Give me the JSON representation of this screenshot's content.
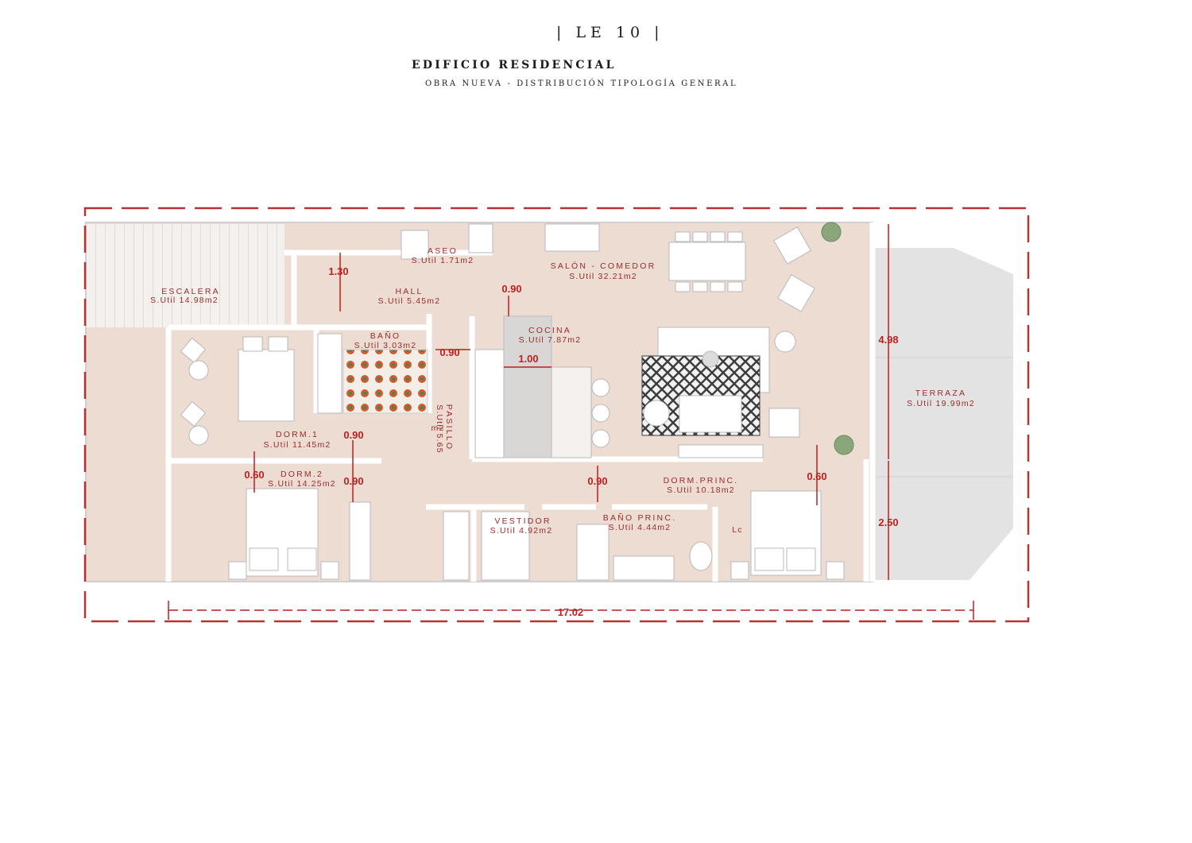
{
  "header": {
    "brand": "| LE 10 |",
    "title": "EDIFICIO RESIDENCIAL",
    "subtitle": "OBRA NUEVA - DISTRIBUCIÓN TIPOLOGÍA GENERAL"
  },
  "rooms": {
    "escalera": {
      "name": "ESCALERA",
      "area": "S.Util 14.98m2"
    },
    "aseo": {
      "name": "ASEO",
      "area": "S.Util 1.71m2"
    },
    "hall": {
      "name": "HALL",
      "area": "S.Util 5.45m2"
    },
    "salon": {
      "name": "SALÓN - COMEDOR",
      "area": "S.Util 32.21m2"
    },
    "bano": {
      "name": "BAÑO",
      "area": "S.Util 3.03m2"
    },
    "cocina": {
      "name": "COCINA",
      "area": "S.Util 7.87m2"
    },
    "pasillo": {
      "name": "PASILLO",
      "area": "S.Util 5.65",
      "unit": "m2"
    },
    "dorm1": {
      "name": "DORM.1",
      "area": "S.Util 11.45m2"
    },
    "dorm2": {
      "name": "DORM.2",
      "area": "S.Util 14.25m2"
    },
    "dorm_princ": {
      "name": "DORM.PRINC.",
      "area": "S.Util 10.18m2"
    },
    "vestidor": {
      "name": "VESTIDOR",
      "area": "S.Util 4.92m2"
    },
    "bano_princ": {
      "name": "BAÑO PRINC.",
      "area": "S.Util 4.44m2"
    },
    "terraza": {
      "name": "TERRAZA",
      "area": "S.Util 19.99m2"
    },
    "lc": "Lc"
  },
  "dimensions": {
    "hall_depth": "1.30",
    "bath_door": "0.90",
    "salon_door": "0.90",
    "kitchen_width": "1.00",
    "dorm1_door": "0.90",
    "dorm2_depth": "0.60",
    "dorm2_door": "0.90",
    "pasillo_door": "0.90",
    "princ_depth": "0.60",
    "terrace_upper": "4.98",
    "terrace_lower": "2.50",
    "total_length": "17.02"
  },
  "colors": {
    "floor": "#ecdcd2",
    "wall": "#ffffff",
    "dimension": "#c01f1f",
    "label": "#9b2b2b",
    "terrace": "#e3e3e3"
  }
}
